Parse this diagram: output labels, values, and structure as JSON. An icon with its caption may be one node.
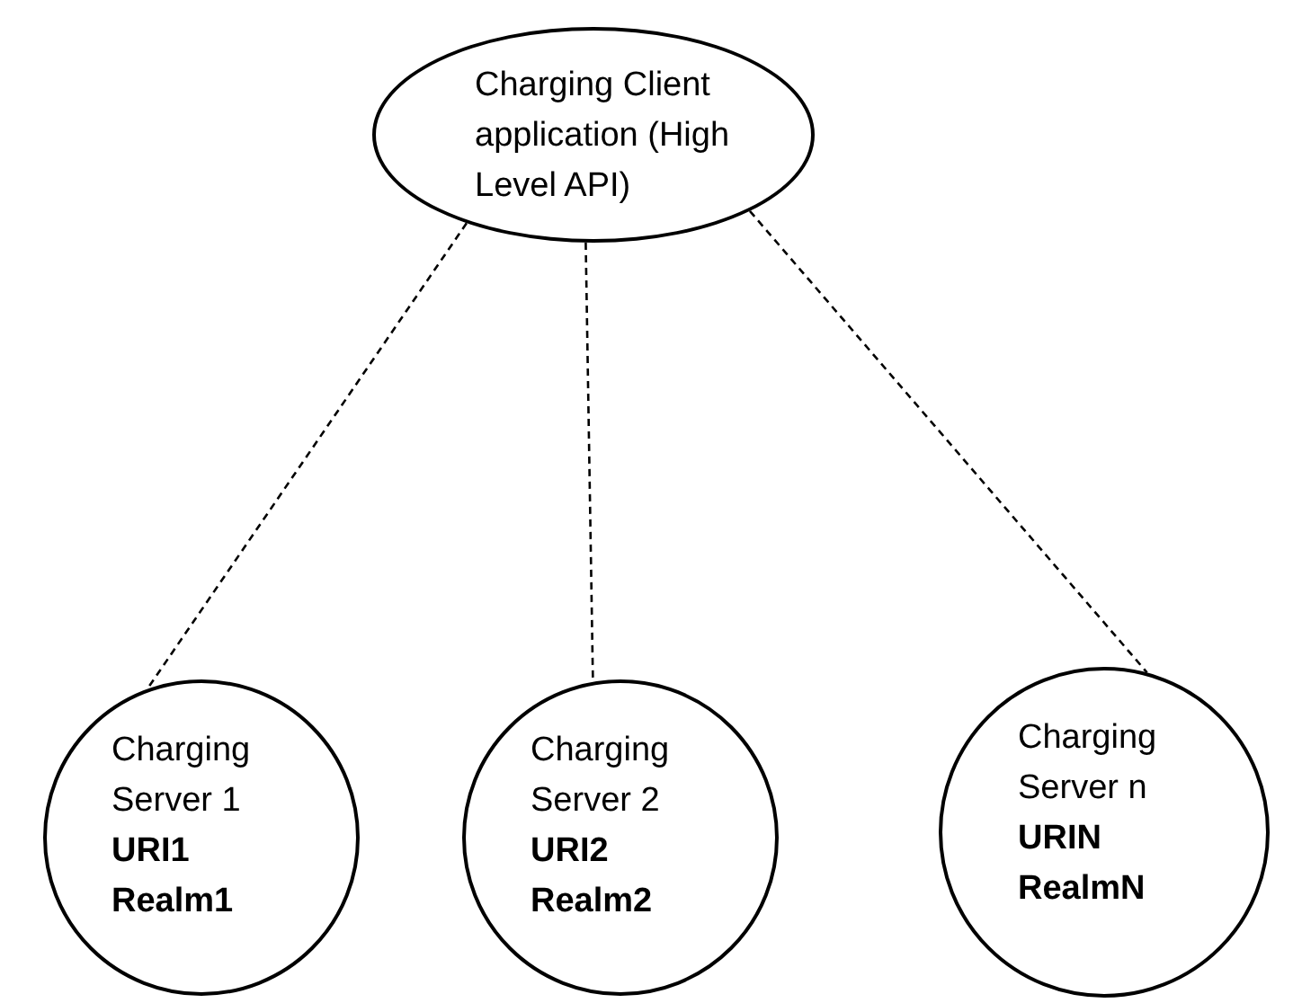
{
  "diagram": {
    "nodes": [
      {
        "text": [
          "Charging Client application (High Level API)"
        ]
      },
      {
        "text": [
          "Charging Server 1",
          "URI1 Realm1"
        ]
      },
      {
        "text": [
          "Charging Server 2",
          "URI2 Realm2"
        ]
      },
      {
        "text": [
          "Charging Server n",
          "URIN RealmN"
        ]
      }
    ],
    "edges": [
      {
        "from": 0,
        "to": 1,
        "arrow": "none",
        "style": "dashed"
      },
      {
        "from": 0,
        "to": 2,
        "arrow": "none",
        "style": "dashed"
      },
      {
        "from": 0,
        "to": 3,
        "arrow": "none",
        "style": "dashed"
      }
    ]
  }
}
